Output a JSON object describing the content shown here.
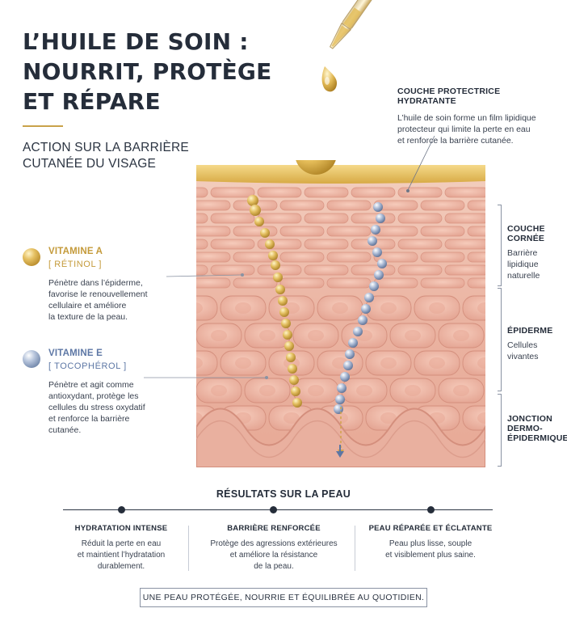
{
  "header": {
    "title_lines": [
      "L’HUILE DE SOIN :",
      "NOURRIT, PROTÈGE",
      "ET RÉPARE"
    ],
    "subtitle_lines": [
      "ACTION SUR LA BARRIÈRE",
      "CUTANÉE DU VISAGE"
    ]
  },
  "protective_layer": {
    "heading": "COUCHE PROTECTRICE HYDRATANTE",
    "text_lines": [
      "L’huile de soin forme un film lipidique",
      "protecteur qui limite la perte en eau",
      "et renforce la barrière cutanée."
    ]
  },
  "vitamins": [
    {
      "name": "VITAMINE A",
      "subtitle": "[ RÉTINOL ]",
      "text_lines": [
        "Pénètre dans l’épiderme,",
        "favorise le renouvellement",
        "cellulaire et améliore",
        "la texture de la peau."
      ]
    },
    {
      "name": "VITAMINE E",
      "subtitle": "[ TOCOPHÉROL ]",
      "text_lines": [
        "Pénètre et agit comme",
        "antioxydant, protège les",
        "cellules du stress oxydatif",
        "et renforce la barrière",
        "cutanée."
      ]
    }
  ],
  "layers": [
    {
      "heading_lines": [
        "COUCHE",
        "CORNÉE"
      ],
      "text_lines": [
        "Barrière lipidique",
        "naturelle"
      ]
    },
    {
      "heading_lines": [
        "ÉPIDERME"
      ],
      "text_lines": [
        "Cellules",
        "vivantes"
      ]
    },
    {
      "heading_lines": [
        "JONCTION",
        "DERMO-",
        "ÉPIDERMIQUE"
      ],
      "text_lines": []
    }
  ],
  "results": {
    "title": "RÉSULTATS SUR LA PEAU",
    "items": [
      {
        "heading": "HYDRATATION INTENSE",
        "text_lines": [
          "Réduit la perte en eau",
          "et maintient l’hydratation",
          "durablement."
        ]
      },
      {
        "heading": "BARRIÈRE RENFORCÉE",
        "text_lines": [
          "Protège des agressions extérieures",
          "et améliore la résistance",
          "de la peau."
        ]
      },
      {
        "heading": "PEAU RÉPARÉE ET ÉCLATANTE",
        "text_lines": [
          "Peau plus lisse, souple",
          "et visiblement plus saine."
        ]
      }
    ]
  },
  "footer": {
    "text": "UNE PEAU PROTÉGÉE, NOURRIE ET ÉQUILIBRÉE AU QUOTIDIEN."
  },
  "colors": {
    "gold": "#c9a24a",
    "vitamin_e_blue": "#5d77a5",
    "text_dark": "#252d3a",
    "skin_light": "#f1c4b3",
    "skin_mid": "#e8a996"
  }
}
